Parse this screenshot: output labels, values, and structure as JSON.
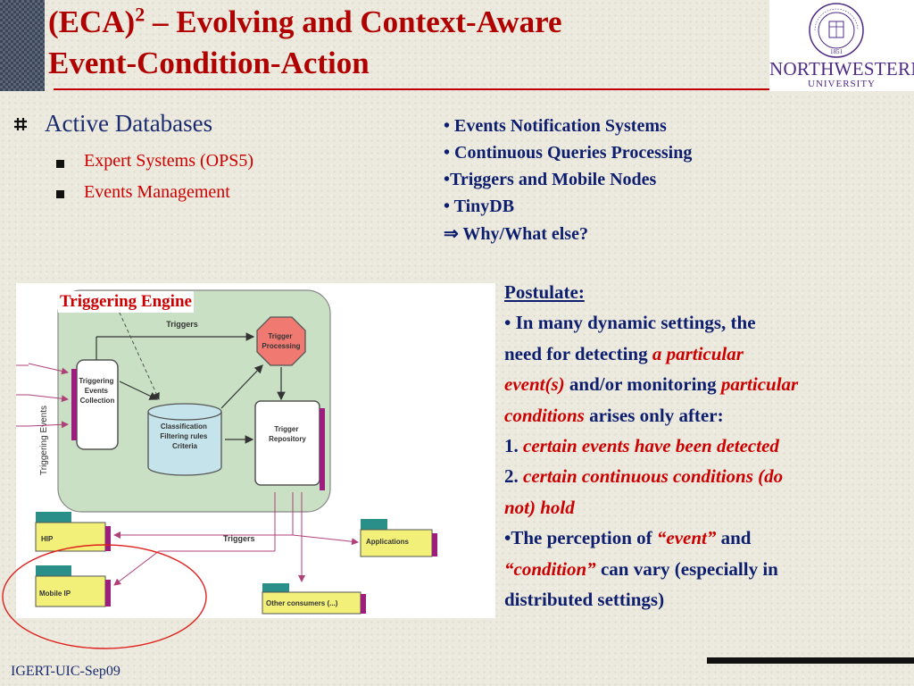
{
  "title": {
    "line1_a": "(ECA)",
    "line1_sup": "2",
    "line1_b": " – Evolving and Context-Aware",
    "line2": "Event-Condition-Action"
  },
  "logo": {
    "name": "NORTHWESTERN",
    "sub": "UNIVERSITY",
    "seal_year": "1851"
  },
  "left_section": {
    "heading": "Active Databases",
    "items": [
      "Expert Systems (OPS5)",
      "Events Management"
    ]
  },
  "right_list": [
    "• Events Notification Systems",
    "• Continuous Queries Processing",
    "•Triggers and Mobile Nodes",
    "• TinyDB",
    "⇒  Why/What else?"
  ],
  "diagram": {
    "label": "Triggering Engine",
    "triggers_top": "Triggers",
    "trigger_processing": [
      "Trigger",
      "Processing"
    ],
    "collection": [
      "Triggering",
      "Events",
      "Collection"
    ],
    "classification": [
      "Classification",
      "Filtering rules",
      "Criteria"
    ],
    "repository": [
      "Trigger",
      "Repository"
    ],
    "triggering_events": "Triggering Events",
    "hip": "HIP",
    "triggers_bottom": "Triggers",
    "applications": "Applications",
    "mobile_ip": "Mobile IP",
    "other_consumers": "Other consumers (...)"
  },
  "postulate": {
    "heading": "Postulate:",
    "p1_a": "• In many dynamic settings, the",
    "p1_b": "need for detecting ",
    "p1_red1": "a particular",
    "p1_red2": "event(s)",
    "p1_c": " and/or monitoring ",
    "p1_red3": "particular",
    "p1_red4": "conditions",
    "p1_d": " arises only after:",
    "n1": "1. ",
    "n1_red": "certain events have been detected",
    "n2": "2. ",
    "n2_red": "certain continuous conditions (do",
    "n2_red2": "not) hold",
    "p2_a": "•The perception of ",
    "p2_red1": "“event”",
    "p2_b": " and",
    "p2_red2": "“condition”",
    "p2_c": " can vary (especially in",
    "p2_d": "distributed settings)"
  },
  "footer": "IGERT-UIC-Sep09",
  "colors": {
    "title_red": "#b00000",
    "navy": "#0d1e6e",
    "purple": "#4e2a84",
    "panel_green": "#c9e0c4",
    "cylinder": "#c5e3ea",
    "octagon": "#f07a72",
    "yellow_box": "#f3f07a",
    "magenta": "#9b1d7e",
    "teal_tab": "#2a8f88"
  }
}
